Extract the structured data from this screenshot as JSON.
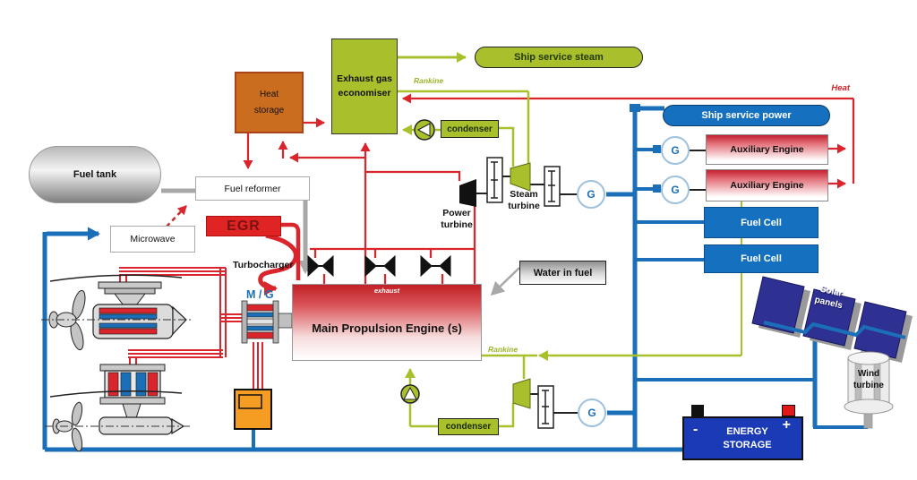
{
  "diagram_subject": "ship hybrid power and propulsion system",
  "palette": {
    "olive_green": "#a9bf2c",
    "red_line": "#d9252b",
    "blue_bus": "#1b6fb8",
    "fuel_cell_blue": "#1570bf",
    "battery_blue": "#1b3ab5",
    "solar_panel_navy": "#2e3192",
    "heat_storage_orange": "#cb6d1e",
    "converter_orange": "#f59c23",
    "engine_red": "#c41f2e",
    "gray_line": "#a8a8a8"
  },
  "labels": {
    "fuel_tank": "Fuel tank",
    "heat_storage": "Heat storage",
    "economiser": "Exhaust gas economiser",
    "ship_service_steam": "Ship service steam",
    "condenser": "condenser",
    "fuel_reformer": "Fuel reformer",
    "microwave": "Microwave",
    "egr": "EGR",
    "turbocharger": "Turbocharger",
    "motor_generator": "M / G",
    "exhaust": "exhaust",
    "main_engine": "Main Propulsion Engine (s)",
    "water_in_fuel": "Water in fuel",
    "power_turbine": "Power turbine",
    "steam_turbine": "Steam turbine",
    "generator": "G",
    "ship_service_power": "Ship service power",
    "aux_engine": "Auxiliary Engine",
    "fuel_cell": "Fuel Cell",
    "solar_panels": "Solar panels",
    "wind_turbine": "Wind turbine",
    "energy_storage": "ENERGY STORAGE",
    "battery_minus": "-",
    "battery_plus": "+",
    "heat": "Heat",
    "rankine": "Rankine"
  }
}
